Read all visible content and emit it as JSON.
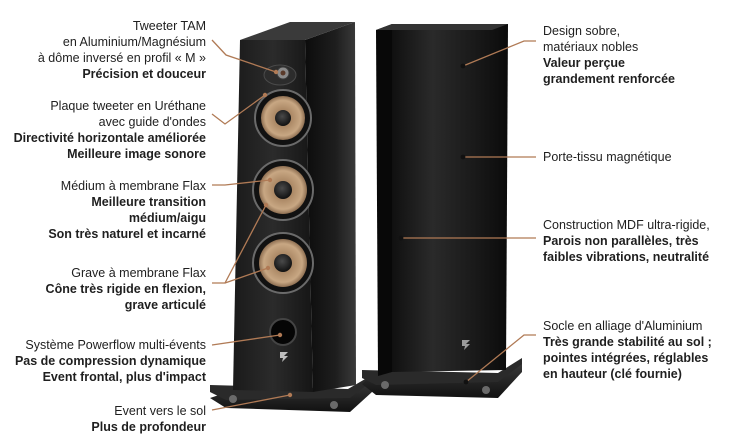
{
  "accent_color": "#b07a55",
  "callouts_left": {
    "tweeter": {
      "line1": "Tweeter TAM",
      "line2": "en Aluminium/Magnésium",
      "line3": "à dôme inversé en profil « M »",
      "bold1": "Précision et douceur"
    },
    "plate": {
      "line1": "Plaque tweeter en Uréthane",
      "line2": "avec guide d'ondes",
      "bold1": "Directivité horizontale améliorée",
      "bold2": "Meilleure image sonore"
    },
    "medium": {
      "line1": "Médium à membrane Flax",
      "bold1": "Meilleure transition",
      "bold2": "médium/aigu",
      "bold3": "Son très naturel et incarné"
    },
    "bass": {
      "line1": "Grave à membrane Flax",
      "bold1": "Cône très rigide en flexion,",
      "bold2": "grave articulé"
    },
    "powerflow": {
      "line1": "Système Powerflow multi-évents",
      "bold1": "Pas de compression dynamique",
      "bold2": "Event frontal, plus d'impact"
    },
    "floor": {
      "line1": "Event vers le sol",
      "bold1": "Plus de profondeur"
    }
  },
  "callouts_right": {
    "design": {
      "line1": "Design sobre,",
      "line2": "matériaux nobles",
      "bold1": "Valeur perçue",
      "bold2": "grandement renforcée"
    },
    "grille": {
      "line1": "Porte-tissu magnétique"
    },
    "mdf": {
      "line1": "Construction MDF ultra-rigide,",
      "bold1": "Parois non parallèles, très",
      "bold2": "faibles vibrations, neutralité"
    },
    "base": {
      "line1": "Socle en alliage d'Aluminium",
      "bold1": "Très grande stabilité au sol ;",
      "bold2": "pointes intégrées, réglables",
      "bold3": "en hauteur (clé fournie)"
    }
  }
}
